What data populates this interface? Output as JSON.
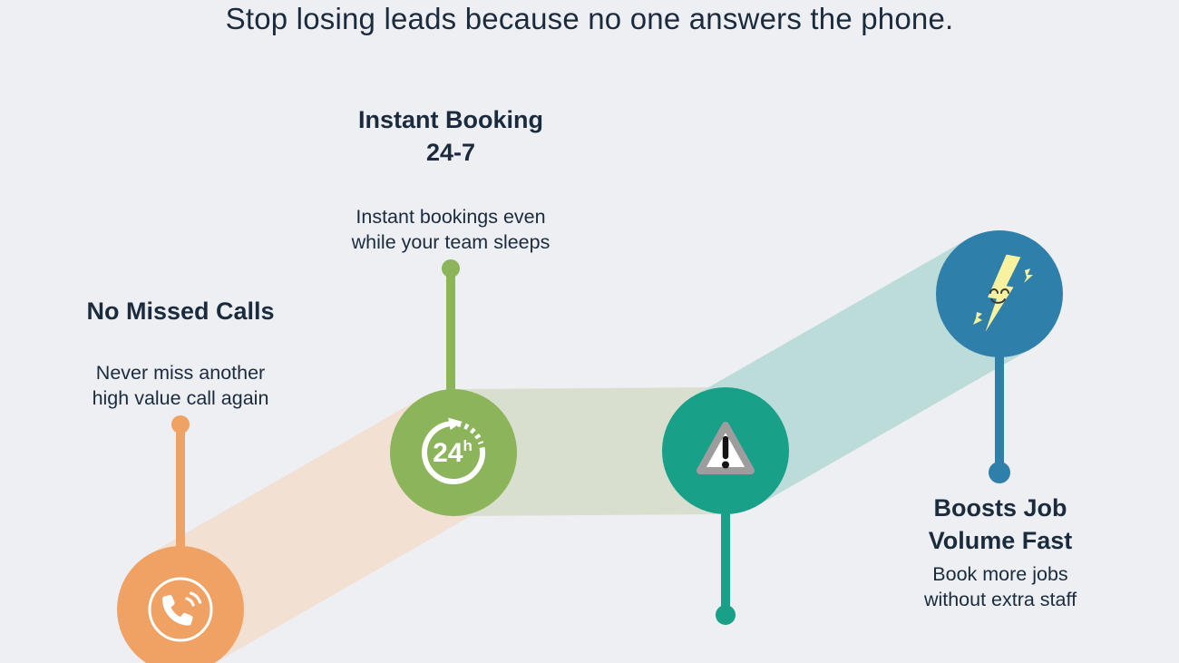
{
  "title": "Stop losing leads because no one answers the phone.",
  "colors": {
    "background": "#edeff3",
    "text": "#1b2b3e",
    "bolt_yellow": "#f8f1a0",
    "warning_border_gray": "#9d9d9d",
    "warning_exclamation_black": "#141414"
  },
  "nodes": [
    {
      "id": "no-missed-calls",
      "heading": "No Missed Calls",
      "description": "Never miss another\nhigh value call again",
      "icon": "phone-call-icon",
      "color": "#f0a264",
      "band_color": "#f2e0d2"
    },
    {
      "id": "instant-booking-24-7",
      "heading": "Instant Booking\n24-7",
      "description": "Instant bookings even\nwhile your team sleeps",
      "icon": "24h-clock-icon",
      "icon_label": "24",
      "icon_label_sup": "h",
      "color": "#8cb45a",
      "band_color": "#d9dfcf"
    },
    {
      "id": "warning",
      "icon": "warning-triangle-icon",
      "color": "#18a089",
      "band_color": "#bcdcda"
    },
    {
      "id": "boosts-job-volume-fast",
      "heading": "Boosts Job\nVolume Fast",
      "description": "Book more jobs\nwithout extra staff",
      "icon": "lightning-bolt-icon",
      "color": "#2e80ab"
    }
  ]
}
